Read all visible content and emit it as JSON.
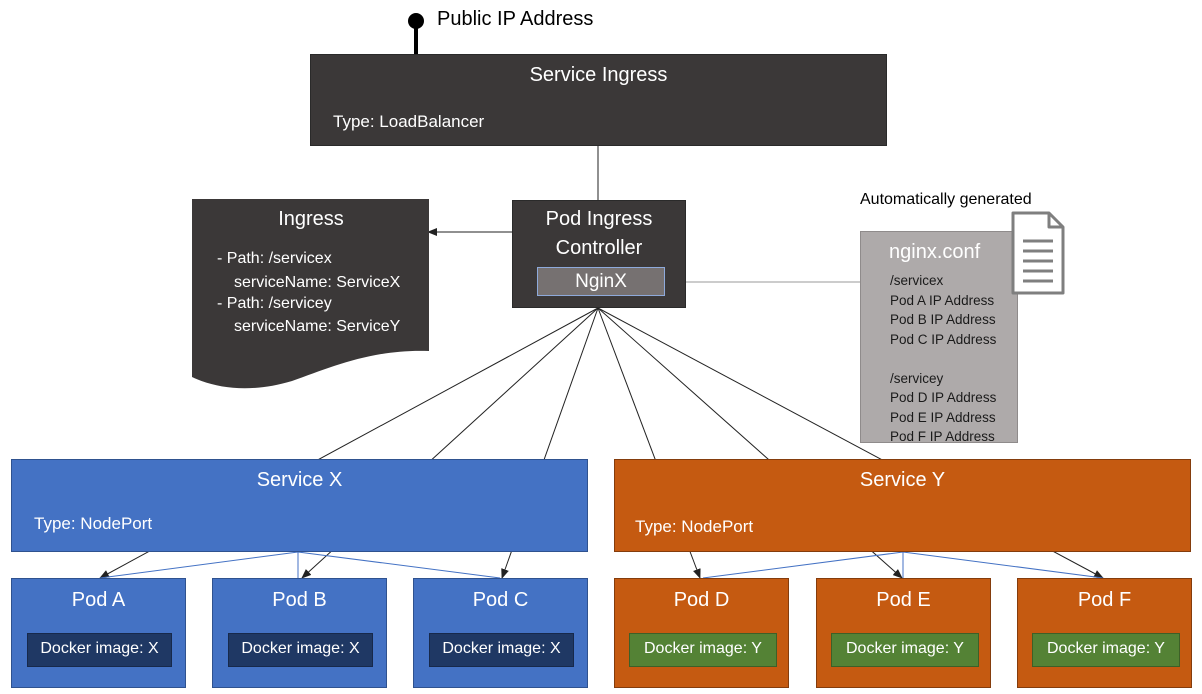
{
  "public_ip": {
    "label": "Public IP Address"
  },
  "service_ingress": {
    "title": "Service Ingress",
    "type": "Type: LoadBalancer"
  },
  "ingress": {
    "title": "Ingress",
    "lines": [
      "- Path: /servicex",
      "serviceName: ServiceX",
      "- Path: /servicey",
      "serviceName: ServiceY"
    ]
  },
  "pod_ingress_controller": {
    "title_line1": "Pod Ingress",
    "title_line2": "Controller",
    "nginx": "NginX"
  },
  "nginx_conf": {
    "caption": "Automatically generated",
    "title": "nginx.conf",
    "lines": [
      "/servicex",
      "Pod A IP Address",
      "Pod B IP Address",
      "Pod C IP Address",
      "",
      "/servicey",
      "Pod D IP Address",
      "Pod E IP Address",
      "Pod F IP Address"
    ],
    "icon": "document-icon"
  },
  "service_x": {
    "title": "Service X",
    "type": "Type: NodePort"
  },
  "service_y": {
    "title": "Service Y",
    "type": "Type: NodePort"
  },
  "pods": [
    {
      "name": "Pod A",
      "image": "Docker image: X"
    },
    {
      "name": "Pod B",
      "image": "Docker image: X"
    },
    {
      "name": "Pod C",
      "image": "Docker image: X"
    },
    {
      "name": "Pod D",
      "image": "Docker image: Y"
    },
    {
      "name": "Pod E",
      "image": "Docker image: Y"
    },
    {
      "name": "Pod F",
      "image": "Docker image: Y"
    }
  ],
  "colors": {
    "dark": "#3b3838",
    "blue": "#4472c4",
    "orange": "#c55a11",
    "navy": "#1f3864",
    "green": "#548235",
    "gray": "#aeaaaa"
  }
}
